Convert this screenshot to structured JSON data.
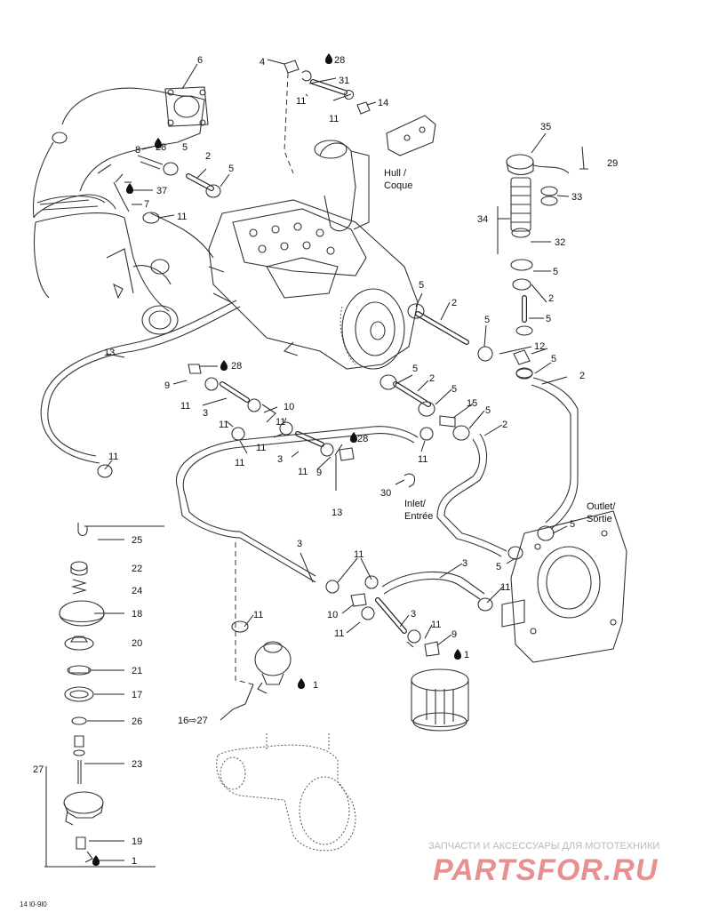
{
  "drawing": {
    "code": "14 l0-9l0",
    "watermark_top": "ЗАПЧАСТИ И АКСЕССУАРЫ ДЛЯ МОТОТЕХНИКИ",
    "watermark_logo": "PARTSFOR.RU"
  },
  "labels": {
    "hull": "Hull /",
    "coque": "Coque",
    "inlet": "Inlet/",
    "entree": "Entrée",
    "outlet": "Outlet/",
    "sortie": "Sortie",
    "ref_16_27": "16⇨27"
  },
  "callouts": {
    "c6": "6",
    "c4": "4",
    "c28a": "28",
    "c31": "31",
    "c11a": "11",
    "c11b": "11",
    "c14": "14",
    "c35": "35",
    "c29": "29",
    "c33": "33",
    "c34": "34",
    "c32": "32",
    "c5a": "5",
    "c28b": "28",
    "c8": "8",
    "c37": "37",
    "c7": "7",
    "c2a": "2",
    "c5b": "5",
    "c11c": "11",
    "c5c": "5",
    "c2b": "2",
    "c5d": "5",
    "c5e": "5",
    "c2c": "2",
    "c5f": "5",
    "c12": "12",
    "c5g": "5",
    "c2d": "2",
    "c13a": "13",
    "c9a": "9",
    "c28c": "28",
    "c11d": "11",
    "c3a": "3",
    "c11e": "11",
    "c10a": "10",
    "c11f": "11",
    "c11g": "11",
    "c3b": "3",
    "c11h": "11",
    "c9b": "9",
    "c28d": "28",
    "c5h": "5",
    "c2e": "2",
    "c5i": "5",
    "c15": "15",
    "c5j": "5",
    "c2f": "2",
    "c11i": "11",
    "c11j": "11",
    "c13b": "13",
    "c30": "30",
    "c5k": "5",
    "c5l": "5",
    "c25": "25",
    "c22": "22",
    "c24": "24",
    "c18": "18",
    "c20": "20",
    "c21": "21",
    "c17": "17",
    "c26": "26",
    "c3c": "3",
    "c11k": "11",
    "c3d": "3",
    "c11l": "11",
    "c10b": "10",
    "c11m": "11",
    "c3e": "3",
    "c11n": "11",
    "c9c": "9",
    "c1a": "1",
    "c11o": "11",
    "c1b": "1",
    "c27": "27",
    "c23": "23",
    "c19": "19",
    "c1c": "1"
  }
}
